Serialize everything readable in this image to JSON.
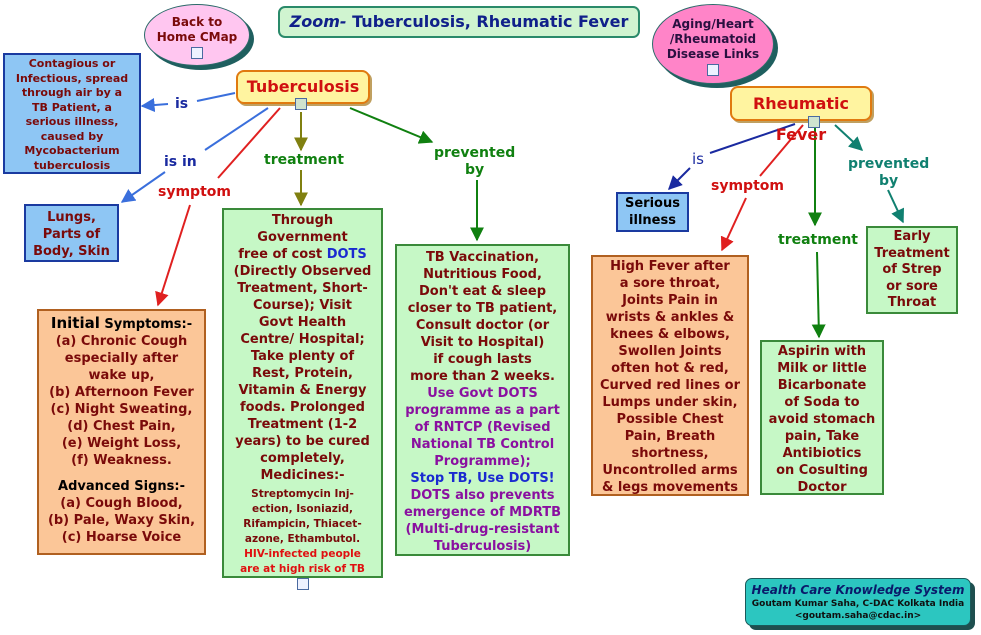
{
  "title": {
    "zoom": "Zoom-",
    "rest": "Tuberculosis, Rheumatic Fever"
  },
  "back_home": [
    "Back to",
    "Home CMap"
  ],
  "aging_links": [
    "Aging/Heart",
    "/Rheumatoid",
    "Disease Links"
  ],
  "tb": {
    "label": "Tuberculosis",
    "is_label": "is",
    "is_in_label": "is in",
    "symptom_label": "symptom",
    "treatment_label": "treatment",
    "prevented_label": [
      "prevented",
      "by"
    ],
    "contagious": [
      "Contagious or",
      "Infectious, spread",
      "through air by a",
      "TB Patient, a",
      "serious illness,",
      "caused by",
      "Mycobacterium",
      "tuberculosis"
    ],
    "lungs": [
      "Lungs,",
      "Parts of",
      "Body, Skin"
    ],
    "symptoms": {
      "initial_word": "Initial",
      "initial_rest": "Symptoms:-",
      "initial_items": [
        "(a) Chronic Cough",
        "especially after",
        "wake up,",
        "(b) Afternoon Fever",
        "(c) Night Sweating,",
        "(d) Chest Pain,",
        "(e) Weight Loss,",
        "(f) Weakness."
      ],
      "advanced_title": "Advanced Signs:-",
      "advanced_items": [
        "(a) Cough Blood,",
        "(b) Pale, Waxy Skin,",
        "(c) Hoarse Voice"
      ]
    },
    "treatment": {
      "pre": [
        "Through",
        "Government"
      ],
      "dots_pre": "free of cost",
      "dots": "DOTS",
      "main": [
        "(Directly Observed",
        "Treatment, Short-",
        "Course); Visit",
        "Govt Health",
        "Centre/ Hospital;",
        "Take plenty of",
        "Rest, Protein,",
        "Vitamin & Energy",
        "foods. Prolonged",
        "Treatment (1-2",
        "years) to be cured",
        "completely,",
        "Medicines:-"
      ],
      "meds": [
        "Streptomycin Inj-",
        "ection, Isoniazid,",
        "Rifampicin, Thiacet-",
        "azone, Ethambutol."
      ],
      "hiv": [
        "HIV-infected people",
        "are at high risk of TB"
      ]
    },
    "prevention": {
      "main": [
        "TB Vaccination,",
        "Nutritious Food,",
        "Don't eat & sleep",
        "closer to TB patient,",
        "Consult doctor (or",
        "Visit to Hospital)",
        "if cough lasts",
        "more than 2 weeks."
      ],
      "govt": [
        "Use Govt DOTS",
        "programme as a part",
        "of RNTCP (Revised",
        "National TB Control",
        "Programme);"
      ],
      "stop": "Stop TB, Use DOTS!",
      "mdrtb": [
        "DOTS also prevents",
        "emergence of MDRTB",
        "(Multi-drug-resistant",
        "Tuberculosis)"
      ]
    }
  },
  "rf": {
    "label": "Rheumatic Fever",
    "is_label": "is",
    "symptom_label": "symptom",
    "treatment_label": "treatment",
    "prevented_label": [
      "prevented",
      "by"
    ],
    "serious": [
      "Serious",
      "illness"
    ],
    "symptoms": [
      "High Fever after",
      "a sore throat,",
      "Joints Pain in",
      "wrists & ankles &",
      "knees & elbows,",
      "Swollen Joints",
      "often hot & red,",
      "Curved red lines or",
      "Lumps under skin,",
      "Possible Chest",
      "Pain, Breath",
      "shortness,",
      "Uncontrolled arms",
      "& legs movements"
    ],
    "treatment": [
      "Aspirin with",
      "Milk or little",
      "Bicarbonate",
      "of Soda to",
      "avoid stomach",
      "pain, Take",
      "Antibiotics",
      "on Cosulting",
      "Doctor"
    ],
    "prevention": [
      "Early",
      "Treatment",
      "of Strep",
      "or sore",
      "Throat"
    ]
  },
  "footer": {
    "title": "Health Care Knowledge System",
    "line1": "Goutam Kumar Saha, C-DAC Kolkata India",
    "line2": "<goutam.saha@cdac.in>"
  },
  "colors": {
    "blue_arrow": "#3a6fdc",
    "red_arrow": "#e02020",
    "olive_arrow": "#808010",
    "green_arrow": "#108010",
    "teal_arrow": "#108070"
  },
  "icons": [
    "concept-map-icon",
    "image-icon"
  ]
}
